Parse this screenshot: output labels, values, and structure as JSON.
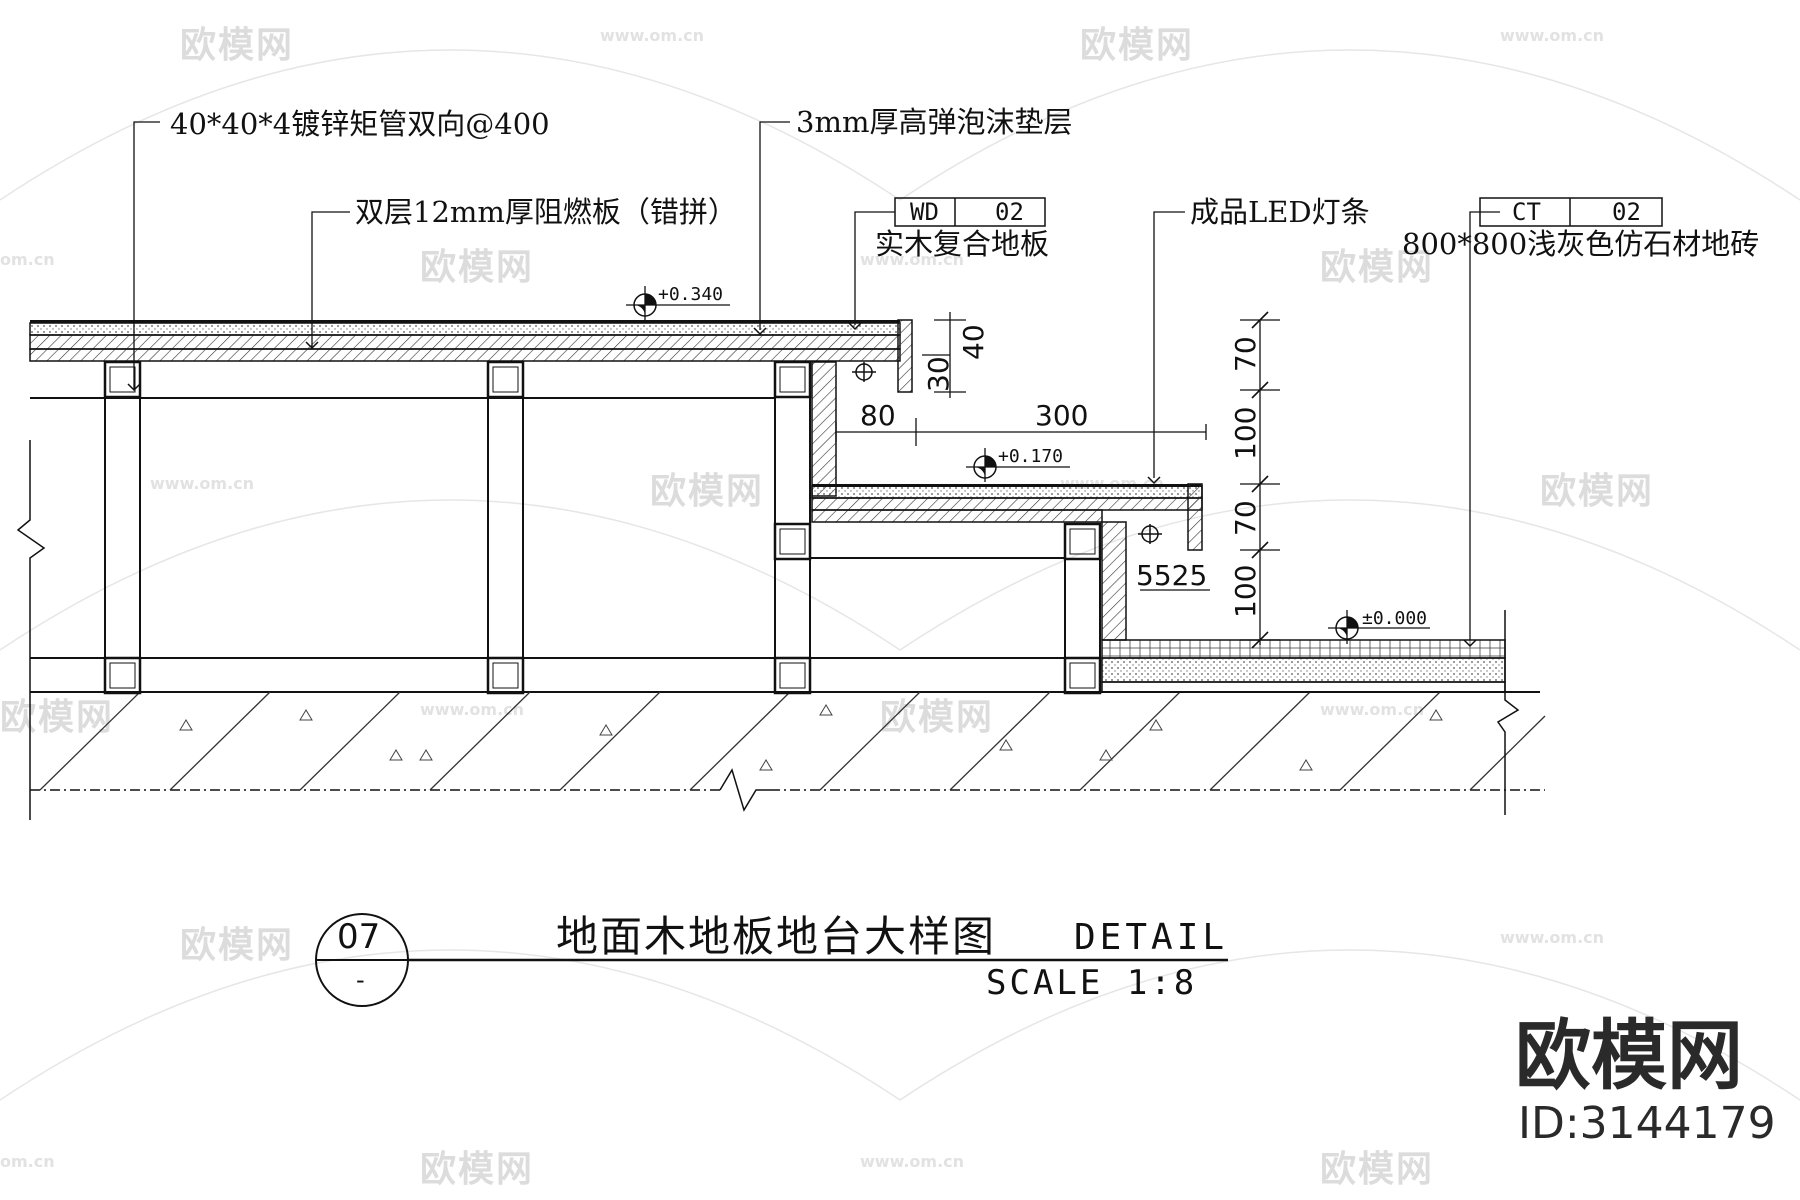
{
  "labels": {
    "tube": "40*40*4镀锌矩管双向@400",
    "foam": "3mm厚高弹泡沫垫层",
    "board": "双层12mm厚阻燃板（错拼）",
    "wood_floor": "实木复合地板",
    "led": "成品LED灯条",
    "tile": "800*800浅灰色仿石材地砖"
  },
  "tags": {
    "wd_code": "WD",
    "wd_num": "02",
    "ct_code": "CT",
    "ct_num": "02"
  },
  "elevations": {
    "upper": "+0.340",
    "middle": "+0.170",
    "ground": "±0.000"
  },
  "dimensions": {
    "d80": "80",
    "d300": "300",
    "d40": "40",
    "d30": "30",
    "d5525": "5525",
    "v70a": "70",
    "v100a": "100",
    "v70b": "70",
    "v100b": "100"
  },
  "title": {
    "number": "07",
    "sheet": "-",
    "name_cn": "地面木地板地台大样图",
    "name_en": "DETAIL",
    "scale": "SCALE 1:8"
  },
  "watermarks": {
    "brand": "欧模网",
    "url": "www.om.cn",
    "url_short": "om.cn",
    "corner_brand": "欧模网",
    "corner_id": "ID:3144179"
  }
}
